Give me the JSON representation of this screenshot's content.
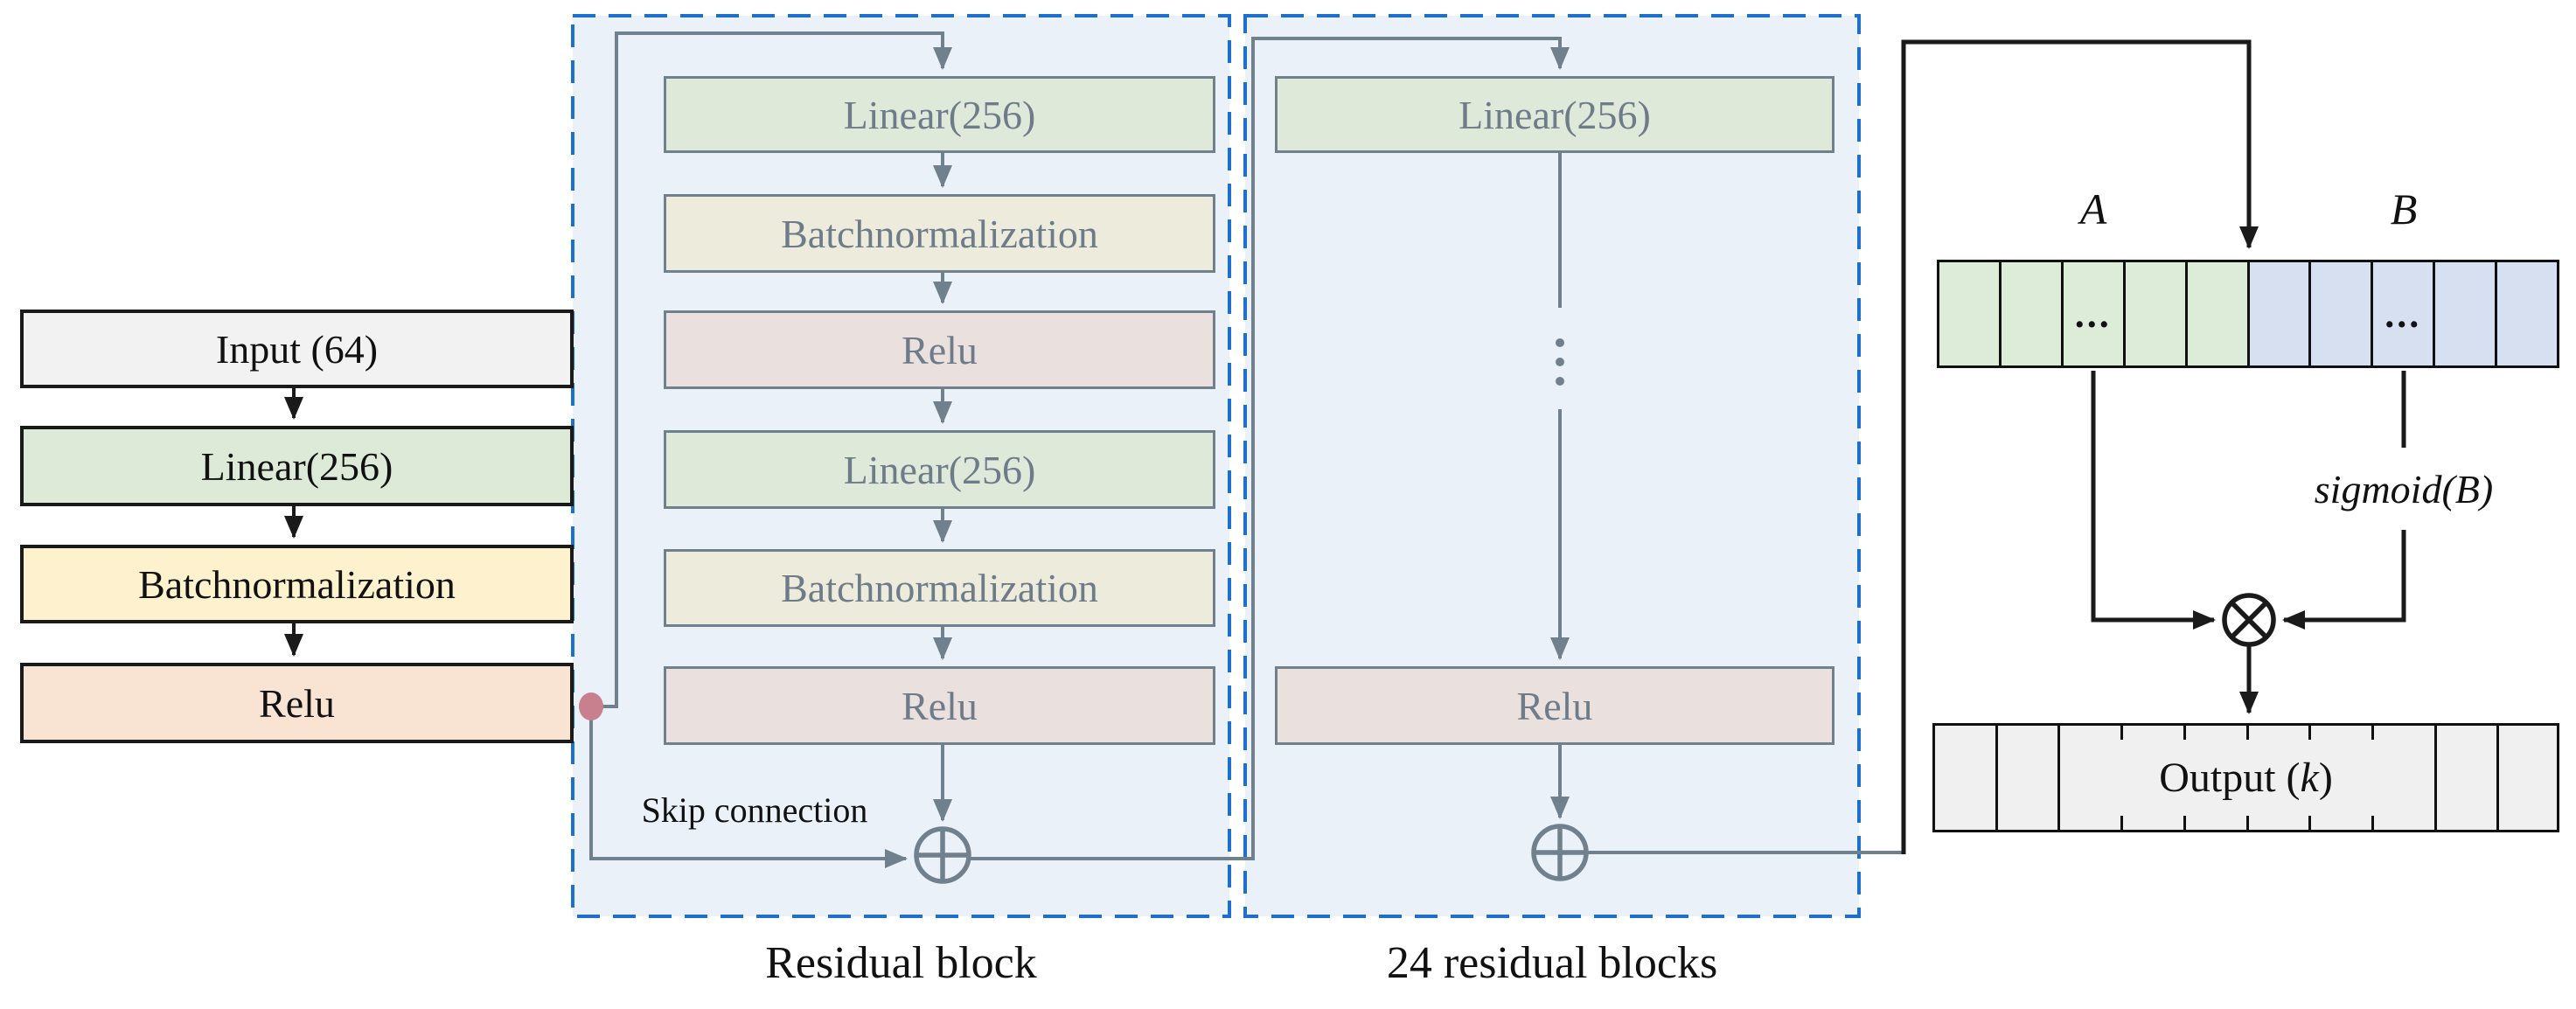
{
  "diagram": {
    "left_column": {
      "input_label": "Input (64)",
      "linear_label": "Linear(256)",
      "batchnorm_label": "Batchnormalization",
      "relu_label": "Relu"
    },
    "residual_block": {
      "title": "Residual block",
      "linear1_label": "Linear(256)",
      "batchnorm1_label": "Batchnormalization",
      "relu1_label": "Relu",
      "linear2_label": "Linear(256)",
      "batchnorm2_label": "Batchnormalization",
      "relu2_label": "Relu",
      "skip_label": "Skip connection"
    },
    "stacked_blocks": {
      "title": "24 residual blocks",
      "linear_label": "Linear(256)",
      "relu_label": "Relu"
    },
    "split": {
      "a_label": "A",
      "b_label": "B",
      "a_cells": [
        "",
        "",
        "...",
        "",
        ""
      ],
      "b_cells": [
        "",
        "",
        "...",
        "",
        ""
      ],
      "sigmoid_label": "sigmoid(B)",
      "output_prefix": "Output (",
      "output_var": "k",
      "output_suffix": ")"
    },
    "colors": {
      "dashed_border_blue": "#1e70cf",
      "panel_background": "#eaf1f9",
      "gray_line": "#71808d",
      "black_line": "#1a1a1a",
      "branch_dot_red": "#c8808f",
      "input_box": "#f2f2f2",
      "linear_box_green": "#dcead7",
      "batchnorm_box_yellow": "#fdf2cd",
      "relu_box_peach": "#f9e4d4",
      "muted_linear_green": "#dfe9da",
      "muted_batchnorm_cream": "#edebdb",
      "muted_relu_pink": "#eae1de",
      "a_cell_green": "#ddecd8",
      "b_cell_blue": "#d6e0f1",
      "output_box_gray": "#f0f0f0"
    }
  }
}
